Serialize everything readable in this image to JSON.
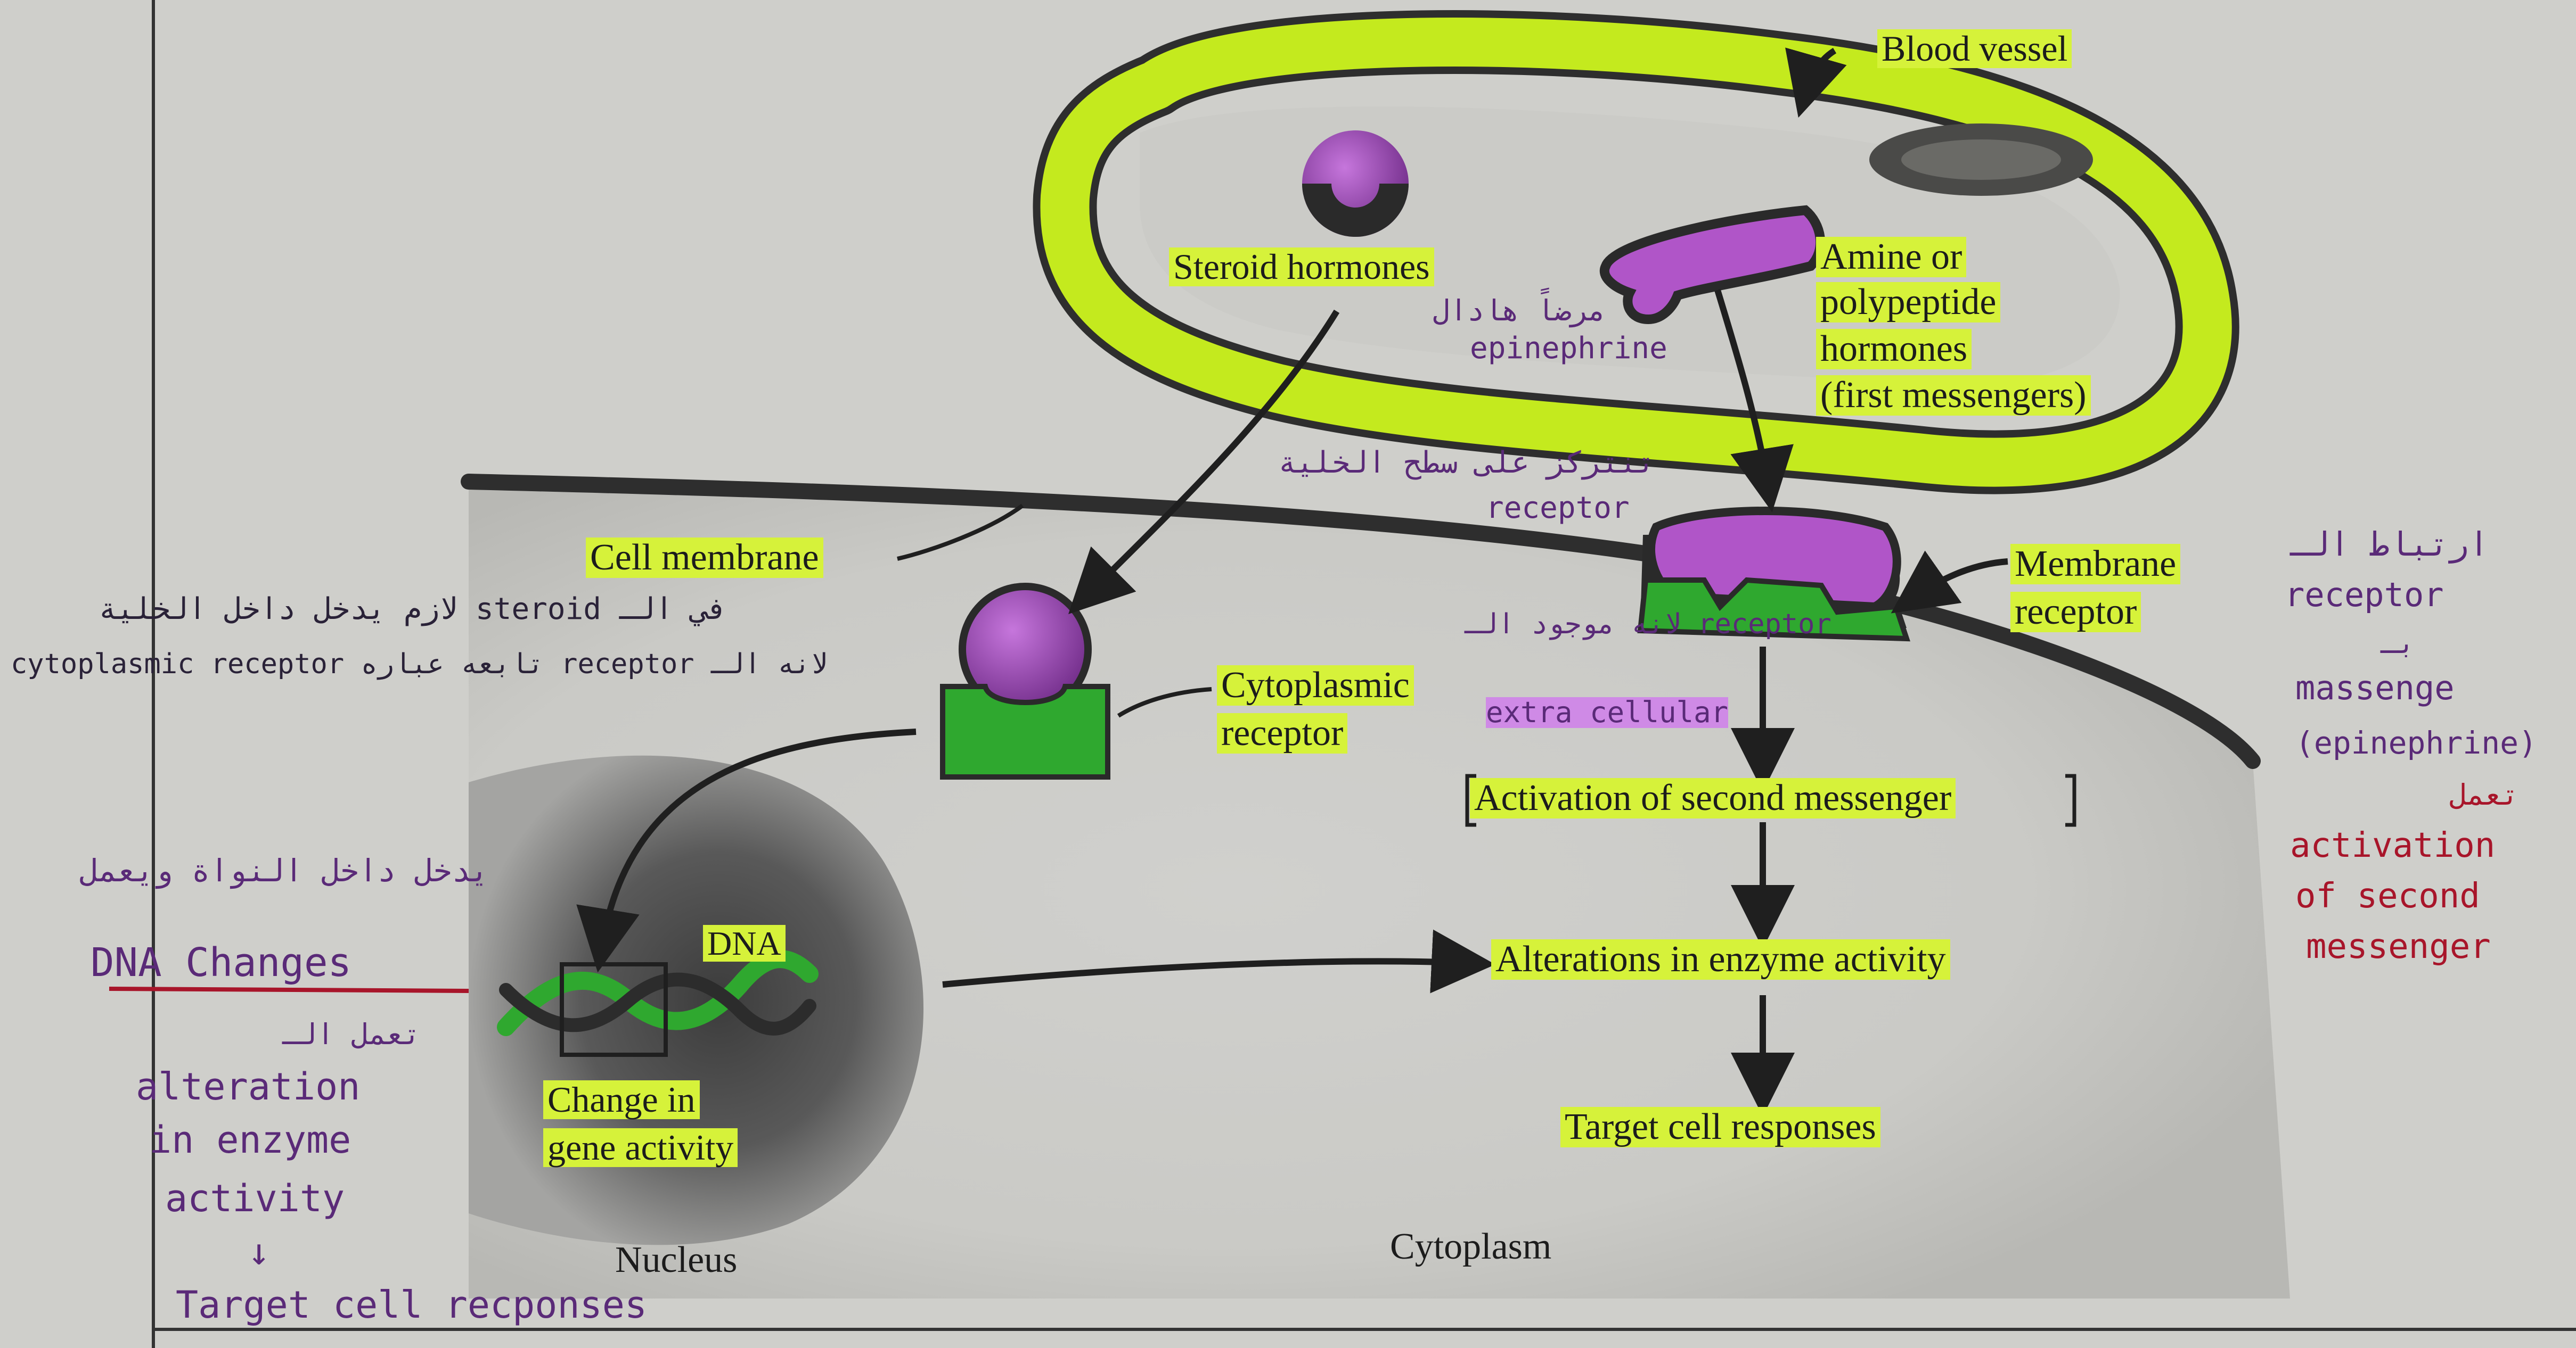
{
  "colors": {
    "highlight": "#d6f23a",
    "vessel": "#c4ea1e",
    "hormone": "#b055c8",
    "receptor": "#2fa82f",
    "ink_purple": "#5a2a78",
    "ink_red": "#a8152a"
  },
  "labels": {
    "blood_vessel": "Blood vessel",
    "steroid_hormones": "Steroid hormones",
    "amine_lines": [
      "Amine or",
      "polypeptide",
      "hormones",
      "(first messengers)"
    ],
    "cell_membrane": "Cell membrane",
    "membrane_receptor_lines": [
      "Membrane",
      "receptor"
    ],
    "cytoplasmic_receptor_lines": [
      "Cytoplasmic",
      "receptor"
    ],
    "activation": "Activation of second messenger",
    "dna": "DNA",
    "alterations": "Alterations in enzyme activity",
    "change_gene_lines": [
      "Change in",
      "gene activity"
    ],
    "target_cell": "Target cell responses",
    "nucleus": "Nucleus",
    "cytoplasm": "Cytoplasm"
  },
  "notes": {
    "epinephrine_ar": "مرضاً هادال",
    "epinephrine": "epinephrine",
    "surface_ar": "تنتركز على سطح الخلية",
    "surface_receptor": "receptor",
    "steroid_line1": "في الـ steroid لازم يدخل داخل الخلية",
    "steroid_line2": "لانه الـ receptor تابعه عباره cytoplasmic receptor",
    "extra_line1": "لانه موجود الـ receptor",
    "extra_line2": "extra cellular",
    "right_lines": [
      "ارتباط الـ",
      "receptor",
      "بـ",
      "massenge",
      "(epinephrine)",
      "تعمل",
      "activation",
      "of second",
      "messenger"
    ],
    "left_ar": "يدخل داخل النواة ويعمل",
    "left_dna": "DNA Changes",
    "left_lines": [
      "تعمل الـ",
      "alteration",
      "in enzyme",
      "activity"
    ],
    "left_arrow": "↓",
    "left_target": "Target cell recponses"
  }
}
